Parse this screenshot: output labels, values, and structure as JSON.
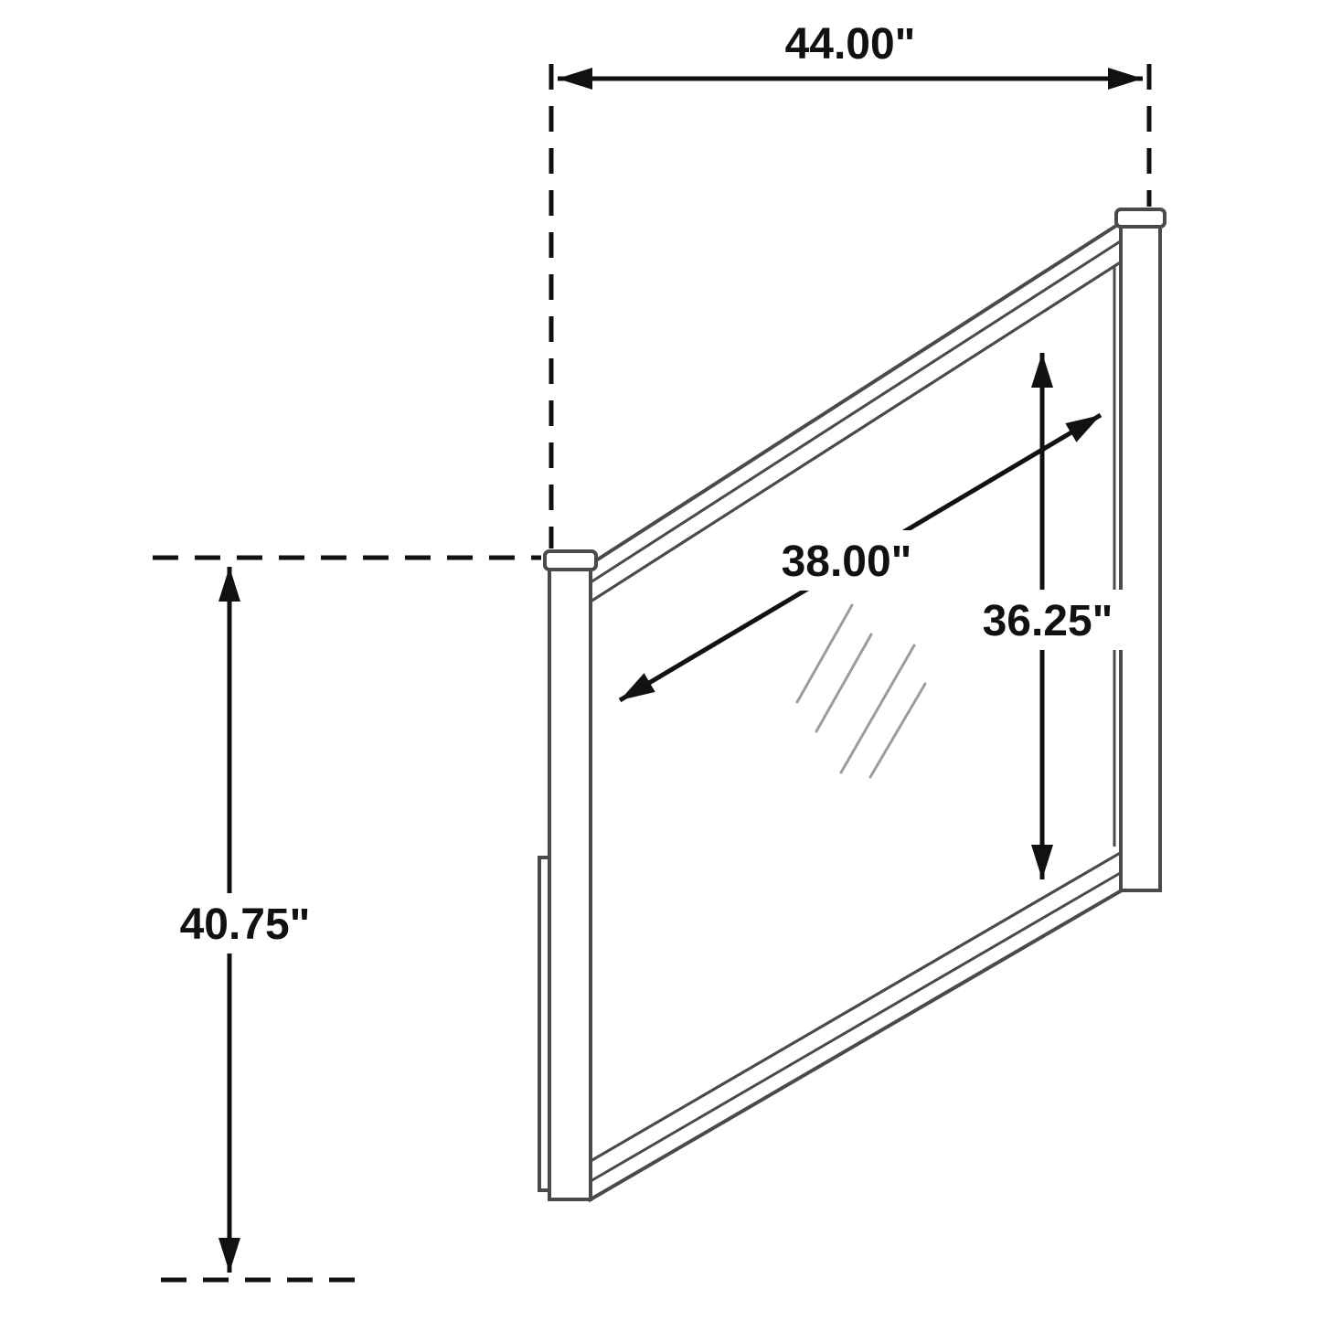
{
  "diagram": {
    "type": "furniture-dimension-diagram",
    "subject": "framed mirror, perspective view with dimension callouts",
    "labels": {
      "overall_width": "44.00\"",
      "overall_height": "40.75\"",
      "glass_width": "38.00\"",
      "glass_height": "36.25\""
    },
    "colors": {
      "dimension_line": "#111111",
      "mirror_line": "#4a4a4a",
      "reflection_line": "#9c9c9c",
      "background": "#ffffff"
    }
  }
}
